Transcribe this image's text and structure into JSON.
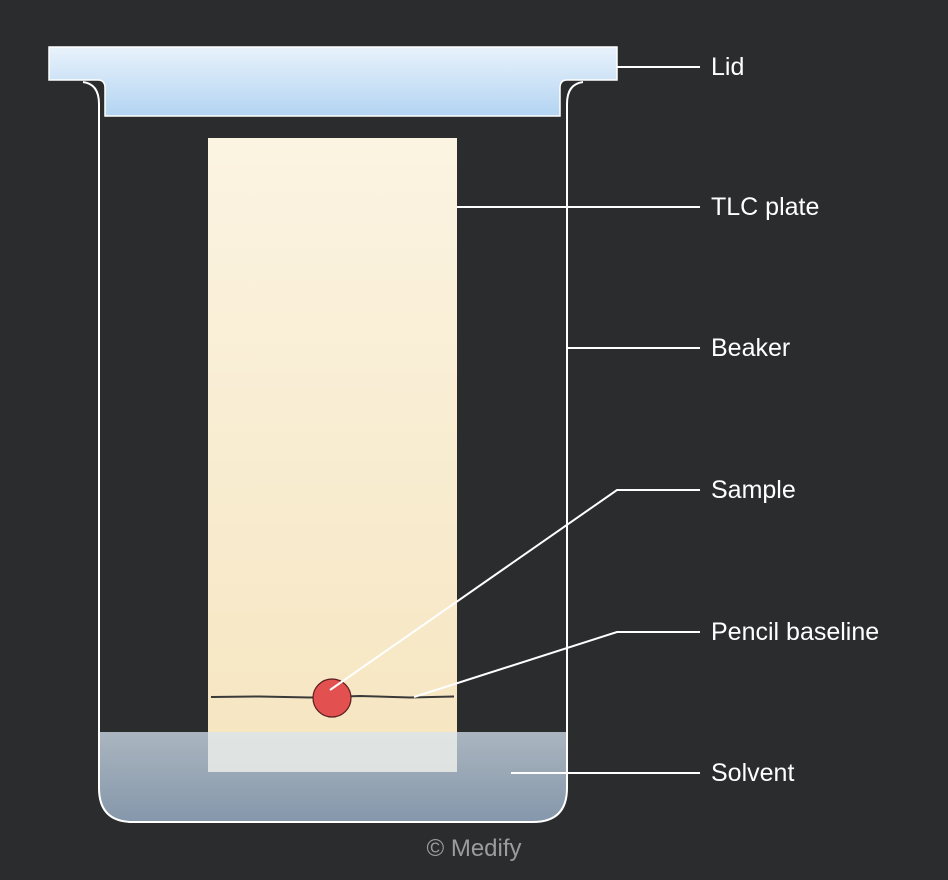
{
  "labels": {
    "lid": "Lid",
    "tlc_plate": "TLC plate",
    "beaker": "Beaker",
    "sample": "Sample",
    "pencil_baseline": "Pencil baseline",
    "solvent": "Solvent"
  },
  "credit": "© Medify",
  "colors": {
    "background": "#2b2c2e",
    "lid": "#cfe5f8",
    "plate": "#f8ecd0",
    "sample": "#e25050",
    "solvent": "#9aaab8",
    "outline": "#ffffff"
  }
}
